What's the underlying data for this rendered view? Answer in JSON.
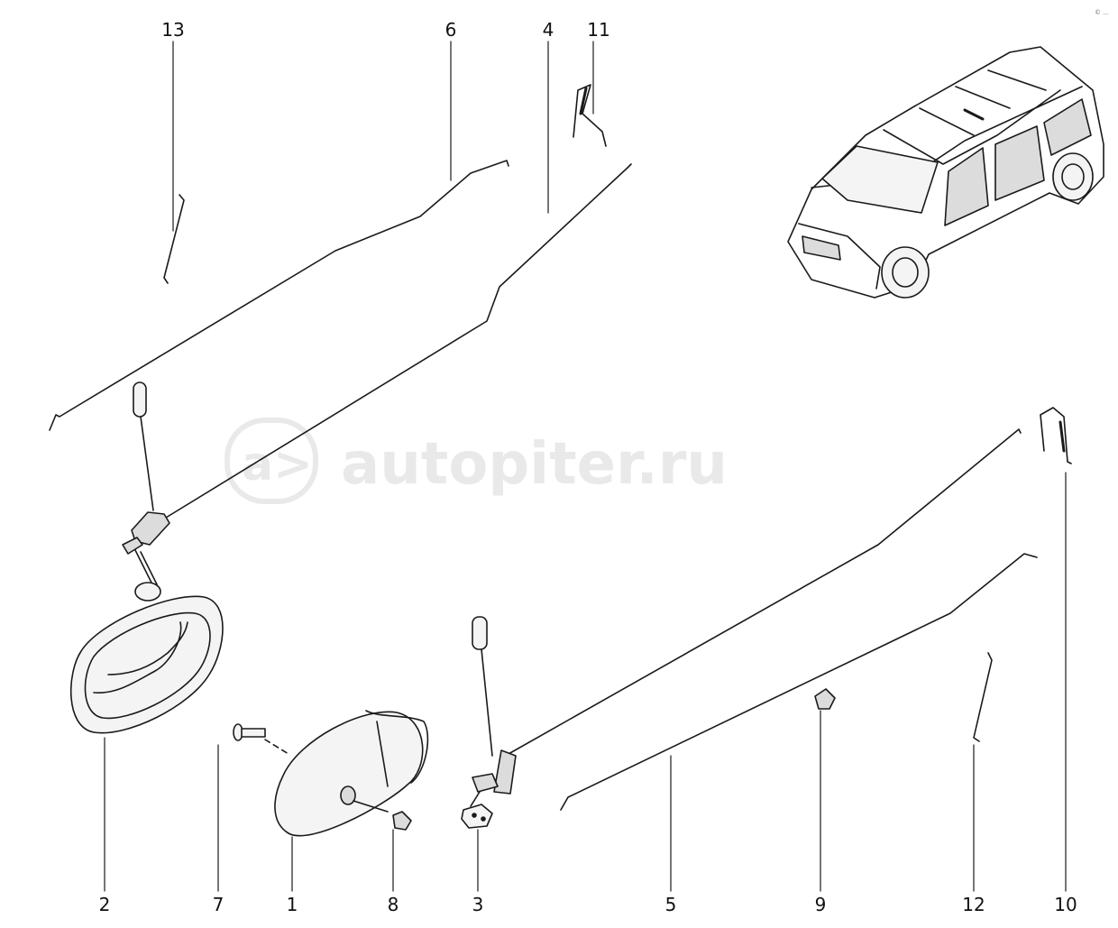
{
  "diagram": {
    "labels": [
      {
        "id": "13",
        "text": "13"
      },
      {
        "id": "6",
        "text": "6"
      },
      {
        "id": "4",
        "text": "4"
      },
      {
        "id": "11",
        "text": "11"
      },
      {
        "id": "2",
        "text": "2"
      },
      {
        "id": "7",
        "text": "7"
      },
      {
        "id": "1",
        "text": "1"
      },
      {
        "id": "8",
        "text": "8"
      },
      {
        "id": "3",
        "text": "3"
      },
      {
        "id": "5",
        "text": "5"
      },
      {
        "id": "9",
        "text": "9"
      },
      {
        "id": "12",
        "text": "12"
      },
      {
        "id": "10",
        "text": "10"
      }
    ]
  },
  "watermark": {
    "text": "autopiter.ru",
    "color": "#e6e6e6"
  },
  "corner_mark": {
    "text": "© ..."
  },
  "colors": {
    "line": "#1a1a1a",
    "fill_light": "#f4f4f4",
    "fill_mid": "#dcdcdc"
  }
}
